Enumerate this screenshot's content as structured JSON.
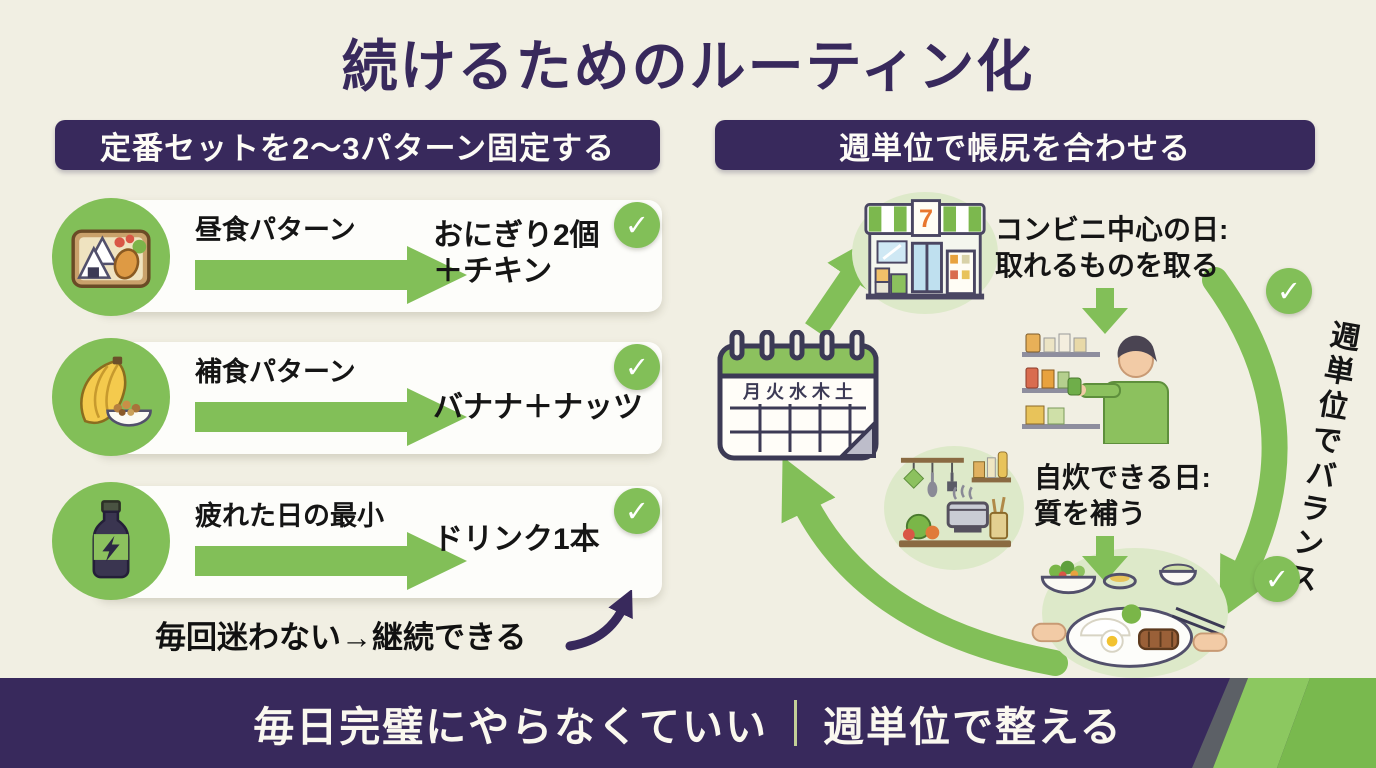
{
  "title": "続けるためのルーティン化",
  "glyphs": {
    "check": "✓"
  },
  "colors": {
    "background": "#f1efe3",
    "purple": "#38295c",
    "green": "#82bf58",
    "green_dark": "#6faf45",
    "icon_halo": "#dde9c9",
    "card": "#fdfdfa",
    "footer_divider": "#c3cf97",
    "stripe_gray": "#5c6066",
    "stripe_green_light": "#8cc860",
    "stripe_green_dark": "#79b94e"
  },
  "left_panel": {
    "header": "定番セットを2〜3パターン固定する",
    "rows": [
      {
        "icon": "bento-lunchbox",
        "label": "昼食パターン",
        "result": "おにぎり2個\n＋チキン"
      },
      {
        "icon": "banana-and-nuts",
        "label": "補食パターン",
        "result": "バナナ＋ナッツ"
      },
      {
        "icon": "energy-drink",
        "label": "疲れた日の最小",
        "result": "ドリンク1本"
      }
    ],
    "caption": "毎回迷わない→継続できる"
  },
  "right_panel": {
    "header": "週単位で帳尻を合わせる",
    "store_note": "コンビニ中心の日:\n取れるものを取る",
    "cook_note": "自炊できる日:\n質を補う",
    "side_label": "週単位でバランス",
    "calendar_days": "月 火 水 木 土",
    "store_sign": "7"
  },
  "footer": {
    "left": "毎日完璧にやらなくていい",
    "right": "週単位で整える"
  }
}
